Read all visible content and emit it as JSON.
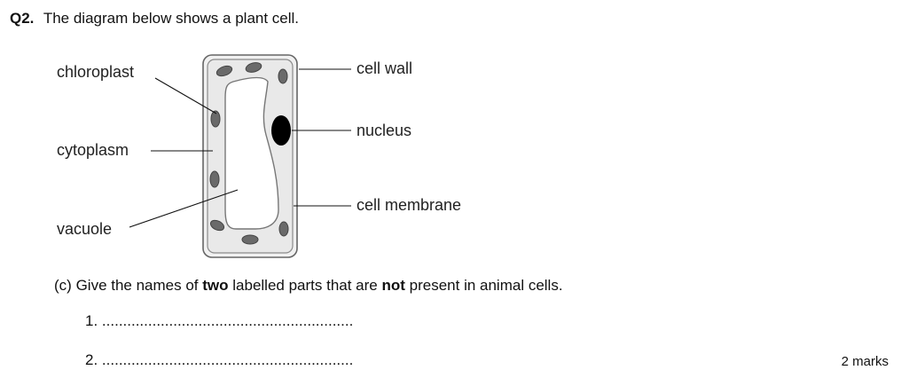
{
  "question": {
    "number": "Q2.",
    "intro": "The diagram below shows a plant cell."
  },
  "diagram": {
    "labels": {
      "chloroplast": "chloroplast",
      "cytoplasm": "cytoplasm",
      "vacuole": "vacuole",
      "cell_wall": "cell wall",
      "nucleus": "nucleus",
      "cell_membrane": "cell membrane"
    }
  },
  "part_c": {
    "id": "(c)",
    "text_1": "Give the names of ",
    "bold_1": "two",
    "text_2": " labelled parts that are ",
    "bold_2": "not",
    "text_3": " present in animal cells."
  },
  "answers": [
    {
      "number": "1.",
      "dots": "............................................................"
    },
    {
      "number": "2.",
      "dots": "............................................................"
    }
  ],
  "marks": "2 marks"
}
